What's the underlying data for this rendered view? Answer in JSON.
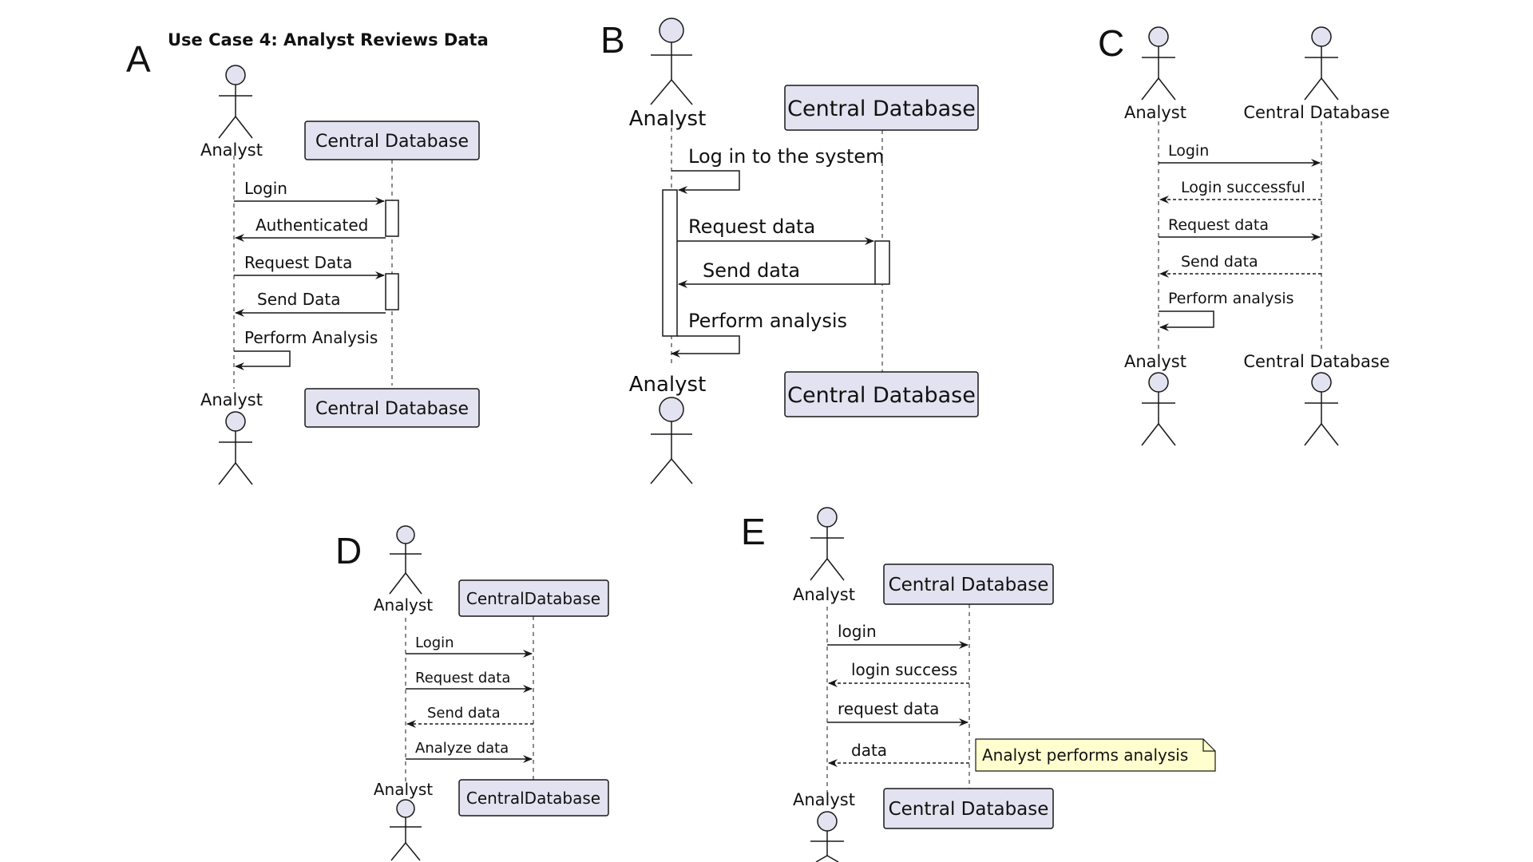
{
  "panels": [
    {
      "id": "A",
      "label": "A",
      "title": "Use Case 4: Analyst Reviews Data",
      "participants": [
        {
          "name": "Analyst",
          "kind": "actor"
        },
        {
          "name": "Central Database",
          "kind": "box"
        }
      ],
      "messages": [
        {
          "text": "Login",
          "from": 0,
          "to": 1,
          "style": "solid"
        },
        {
          "text": "Authenticated",
          "from": 1,
          "to": 0,
          "style": "solid"
        },
        {
          "text": "Request Data",
          "from": 0,
          "to": 1,
          "style": "solid"
        },
        {
          "text": "Send Data",
          "from": 1,
          "to": 0,
          "style": "solid"
        },
        {
          "text": "Perform Analysis",
          "from": 0,
          "to": 0,
          "style": "self"
        }
      ]
    },
    {
      "id": "B",
      "label": "B",
      "title": "",
      "participants": [
        {
          "name": "Analyst",
          "kind": "actor"
        },
        {
          "name": "Central Database",
          "kind": "box"
        }
      ],
      "messages": [
        {
          "text": "Log in to the system",
          "from": 0,
          "to": 0,
          "style": "self"
        },
        {
          "text": "Request data",
          "from": 0,
          "to": 1,
          "style": "solid"
        },
        {
          "text": "Send data",
          "from": 1,
          "to": 0,
          "style": "solid"
        },
        {
          "text": "Perform analysis",
          "from": 0,
          "to": 0,
          "style": "self"
        }
      ]
    },
    {
      "id": "C",
      "label": "C",
      "title": "",
      "participants": [
        {
          "name": "Analyst",
          "kind": "actor"
        },
        {
          "name": "Central Database",
          "kind": "actor"
        }
      ],
      "messages": [
        {
          "text": "Login",
          "from": 0,
          "to": 1,
          "style": "solid"
        },
        {
          "text": "Login successful",
          "from": 1,
          "to": 0,
          "style": "dashed"
        },
        {
          "text": "Request data",
          "from": 0,
          "to": 1,
          "style": "solid"
        },
        {
          "text": "Send data",
          "from": 1,
          "to": 0,
          "style": "dashed"
        },
        {
          "text": "Perform analysis",
          "from": 0,
          "to": 0,
          "style": "self"
        }
      ]
    },
    {
      "id": "D",
      "label": "D",
      "title": "",
      "participants": [
        {
          "name": "Analyst",
          "kind": "actor"
        },
        {
          "name": "CentralDatabase",
          "kind": "box"
        }
      ],
      "messages": [
        {
          "text": "Login",
          "from": 0,
          "to": 1,
          "style": "solid"
        },
        {
          "text": "Request data",
          "from": 0,
          "to": 1,
          "style": "solid"
        },
        {
          "text": "Send data",
          "from": 1,
          "to": 0,
          "style": "dashed"
        },
        {
          "text": "Analyze data",
          "from": 0,
          "to": 1,
          "style": "solid"
        }
      ]
    },
    {
      "id": "E",
      "label": "E",
      "title": "",
      "participants": [
        {
          "name": "Analyst",
          "kind": "actor"
        },
        {
          "name": "Central Database",
          "kind": "box"
        }
      ],
      "messages": [
        {
          "text": "login",
          "from": 0,
          "to": 1,
          "style": "solid"
        },
        {
          "text": "login success",
          "from": 1,
          "to": 0,
          "style": "dashed"
        },
        {
          "text": "request data",
          "from": 0,
          "to": 1,
          "style": "solid"
        },
        {
          "text": "data",
          "from": 1,
          "to": 0,
          "style": "dashed"
        }
      ],
      "note": "Analyst performs analysis"
    }
  ],
  "colors": {
    "participant_fill": "#e2e2f0",
    "participant_stroke": "#181818",
    "note_fill": "#fefece",
    "line": "#181818",
    "lifeline": "#181818"
  }
}
